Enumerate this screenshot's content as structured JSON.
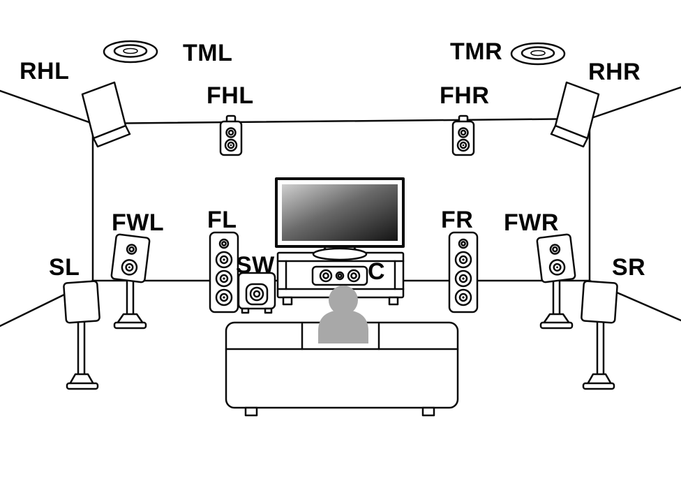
{
  "diagram": {
    "labels": {
      "rhl": "RHL",
      "tml": "TML",
      "fhl": "FHL",
      "tmr": "TMR",
      "fhr": "FHR",
      "rhr": "RHR",
      "fwl": "FWL",
      "fl": "FL",
      "sw": "SW",
      "c": "C",
      "fr": "FR",
      "fwr": "FWR",
      "sl": "SL",
      "sr": "SR"
    },
    "colors": {
      "line": "#0a0a0a",
      "person": "#a8a8a8",
      "screen_light": "#cfcfcf",
      "screen_dark": "#141414"
    }
  }
}
